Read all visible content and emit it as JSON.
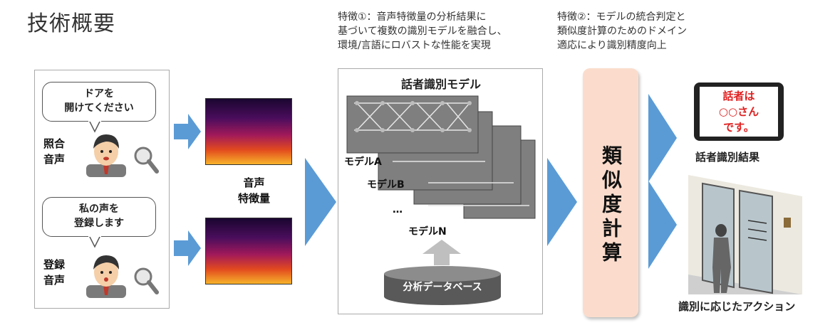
{
  "title": "技術概要",
  "feature1": "特徴①：音声特徴量の分析結果に\n基づいて複数の識別モデルを融合し、\n環境/言語にロバストな性能を実現",
  "feature2": "特徴②：モデルの統合判定と\n類似度計算のためのドメイン\n適応により識別精度向上",
  "voice_panel": {
    "bubble1": "ドアを\n開けてください",
    "label1": "照合\n音声",
    "bubble2": "私の声を\n登録します",
    "label2": "登録\n音声"
  },
  "feature_label": "音声\n特徴量",
  "model_panel": {
    "title": "話者識別モデル",
    "model_a": "モデルA",
    "model_b": "モデルB",
    "ellipsis": "…",
    "model_n": "モデルN",
    "db": "分析データベース"
  },
  "similarity": "類似度計算",
  "result": {
    "tablet_line1": "話者は",
    "tablet_line2": "○○さん",
    "tablet_line3": "です。",
    "label": "話者識別結果"
  },
  "action_label": "識別に応じたアクション",
  "colors": {
    "arrow": "#5b9bd5",
    "calc_bg": "#fbdccc",
    "tablet_text": "#e02020"
  }
}
